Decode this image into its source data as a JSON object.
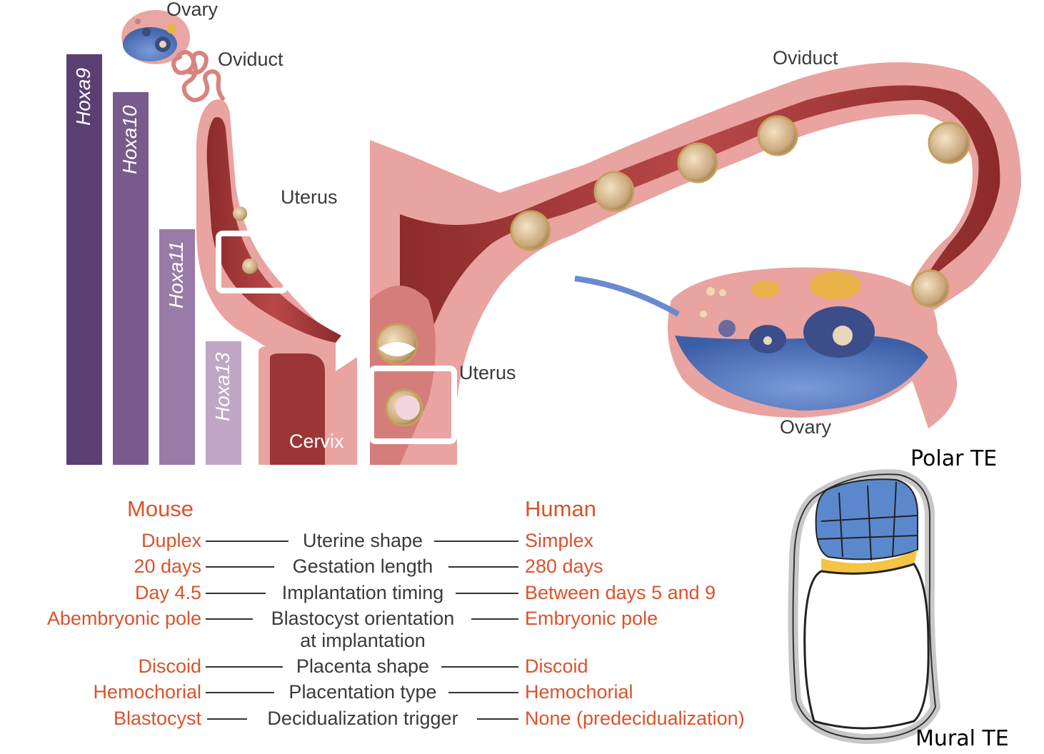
{
  "labels": {
    "ovary_top": "Ovary",
    "oviduct_left": "Oviduct",
    "uterus_left": "Uterus",
    "cervix": "Cervix",
    "oviduct_right": "Oviduct",
    "uterus_right": "Uterus",
    "ovary_right": "Ovary",
    "polar_te": "Polar TE",
    "mural_te": "Mural TE"
  },
  "hox_genes": [
    {
      "name": "Hoxa9",
      "color": "#5a3f73"
    },
    {
      "name": "Hoxa10",
      "color": "#7a5a8c"
    },
    {
      "name": "Hoxa11",
      "color": "#9a7aa6"
    },
    {
      "name": "Hoxa13",
      "color": "#bfa6c6"
    }
  ],
  "table": {
    "mouse_header": "Mouse",
    "human_header": "Human",
    "rows": [
      {
        "mouse": "Duplex",
        "feature": "Uterine shape",
        "human": "Simplex"
      },
      {
        "mouse": "20 days",
        "feature": "Gestation length",
        "human": "280 days"
      },
      {
        "mouse": "Day 4.5",
        "feature": "Implantation timing",
        "human": "Between days 5 and 9"
      },
      {
        "mouse": "Abembryonic pole",
        "feature": "Blastocyst orientation",
        "feature2": "at implantation",
        "human": "Embryonic pole"
      },
      {
        "mouse": "Discoid",
        "feature": "Placenta shape",
        "human": "Discoid"
      },
      {
        "mouse": "Hemochorial",
        "feature": "Placentation type",
        "human": "Hemochorial"
      },
      {
        "mouse": "Blastocyst",
        "feature": "Decidualization trigger",
        "human": "None (predecidualization)"
      }
    ]
  },
  "colors": {
    "tissue_pink": "#e89a9a",
    "lumen_red": "#a83a3a",
    "ovary_blue": "#5b7ec4",
    "icm_blue": "#5b88cc",
    "polar_yellow": "#f4c542",
    "accent_orange": "#d9532c"
  }
}
